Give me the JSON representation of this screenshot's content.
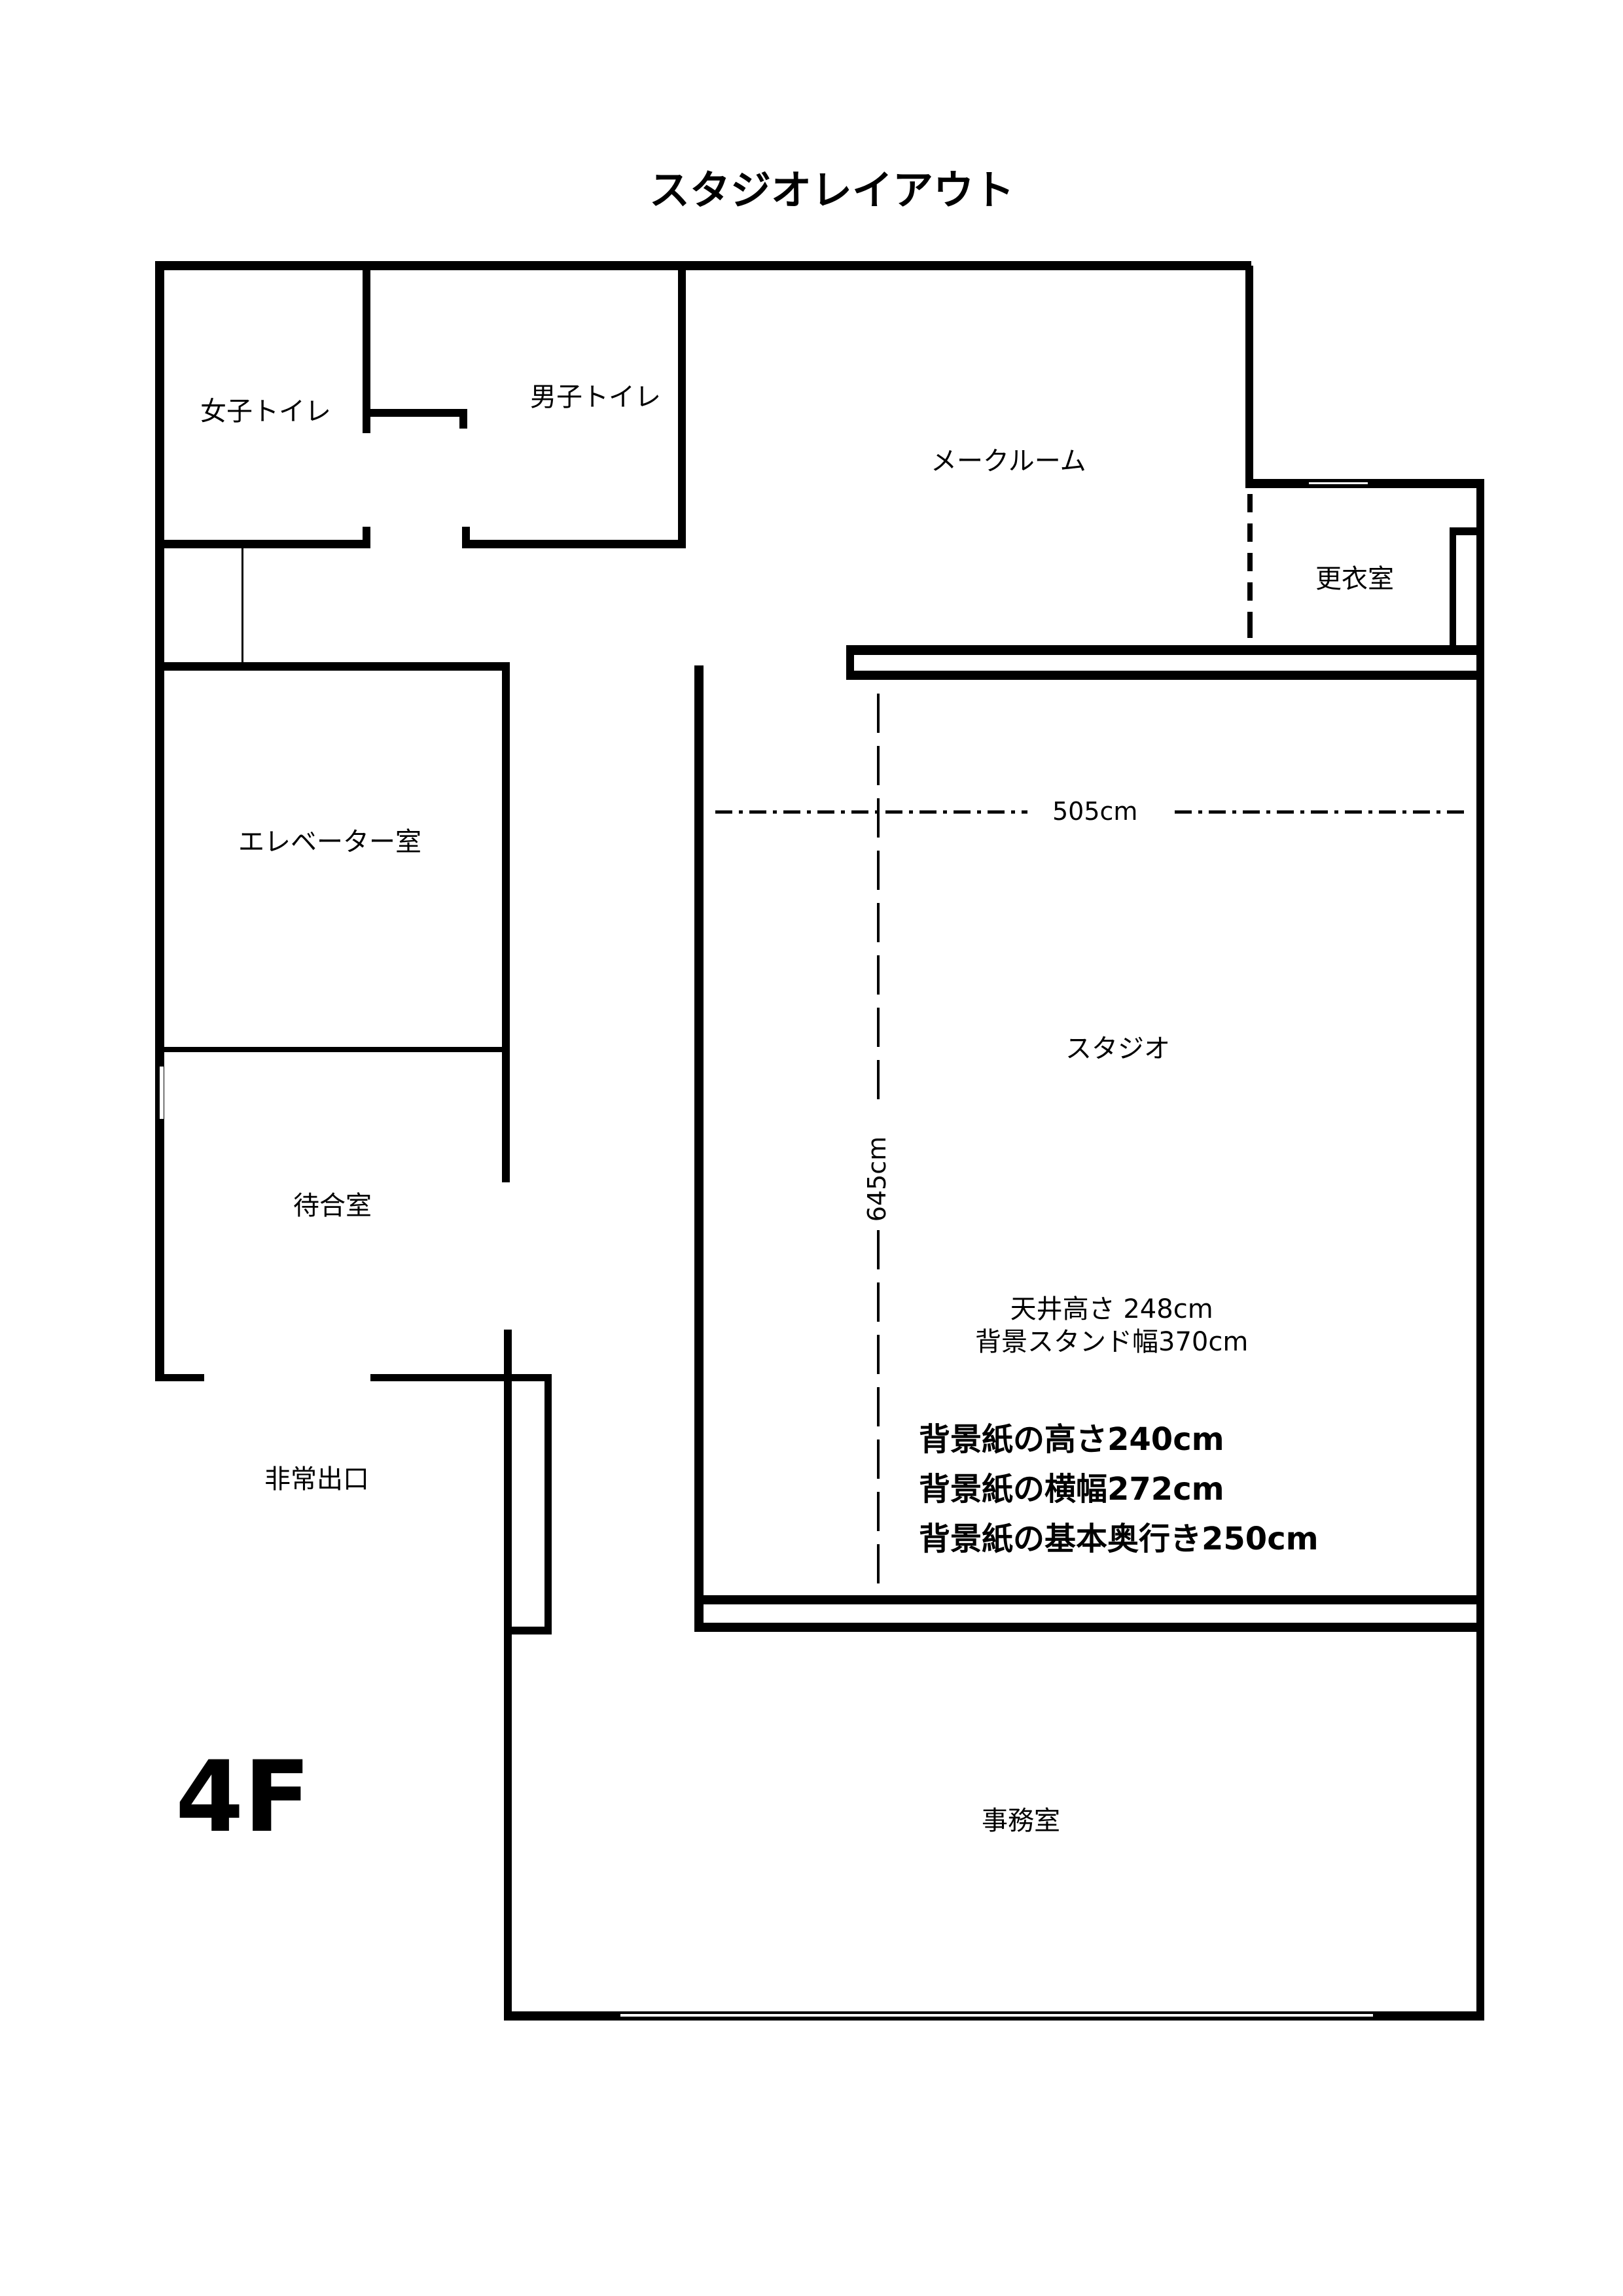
{
  "title": "スタジオレイアウト",
  "floor": "4F",
  "rooms": {
    "womens_toilet": "女子トイレ",
    "mens_toilet": "男子トイレ",
    "makeup_room": "メークルーム",
    "changing_room": "更衣室",
    "elevator_room": "エレベーター室",
    "waiting_room": "待合室",
    "emergency_exit": "非常出口",
    "studio": "スタジオ",
    "office": "事務室"
  },
  "dimensions": {
    "width": "505cm",
    "depth": "645cm"
  },
  "studio_info": {
    "ceiling_height": "天井高さ  248cm",
    "backdrop_stand_width": "背景スタンド幅370cm"
  },
  "backdrop_paper": [
    "背景紙の高さ240cm",
    "背景紙の横幅272cm",
    "背景紙の基本奥行き250cm"
  ]
}
